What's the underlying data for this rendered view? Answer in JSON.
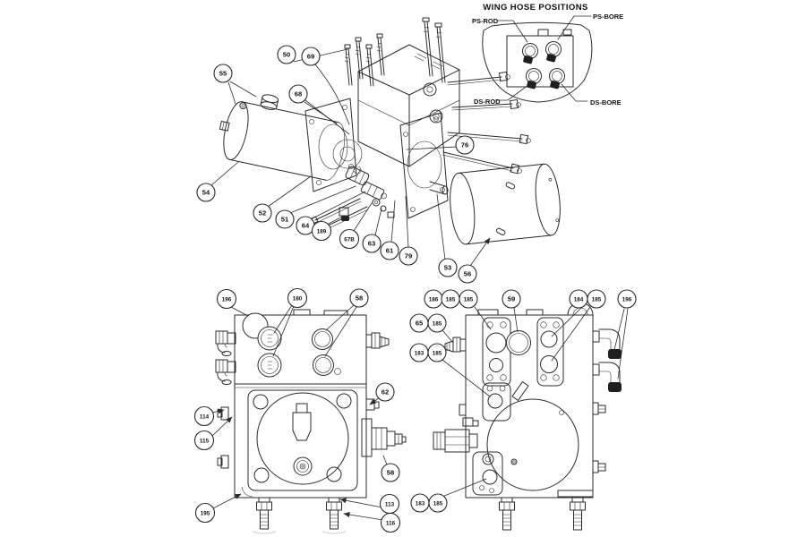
{
  "colors": {
    "line": "#2b2b2b",
    "background": "#ffffff",
    "hose_crimp": "#1f1f1f"
  },
  "wing_hose_diagram": {
    "title": "WING HOSE POSITIONS",
    "labels": {
      "ps_rod": "PS-ROD",
      "ps_bore": "PS-BORE",
      "ds_rod": "DS-ROD",
      "ds_bore": "DS-BORE"
    }
  },
  "callouts": {
    "exploded": [
      "55",
      "50",
      "69",
      "68",
      "54",
      "52",
      "51",
      "64",
      "189",
      "67B",
      "63",
      "61",
      "79",
      "76",
      "53",
      "56"
    ],
    "front": [
      "196",
      "180",
      "58",
      "62",
      "114",
      "115",
      "58",
      "195",
      "113",
      "116"
    ],
    "side": [
      "186",
      "185",
      "185",
      "59",
      "184",
      "185",
      "196",
      "65",
      "185",
      "183",
      "185",
      "183",
      "185"
    ]
  }
}
